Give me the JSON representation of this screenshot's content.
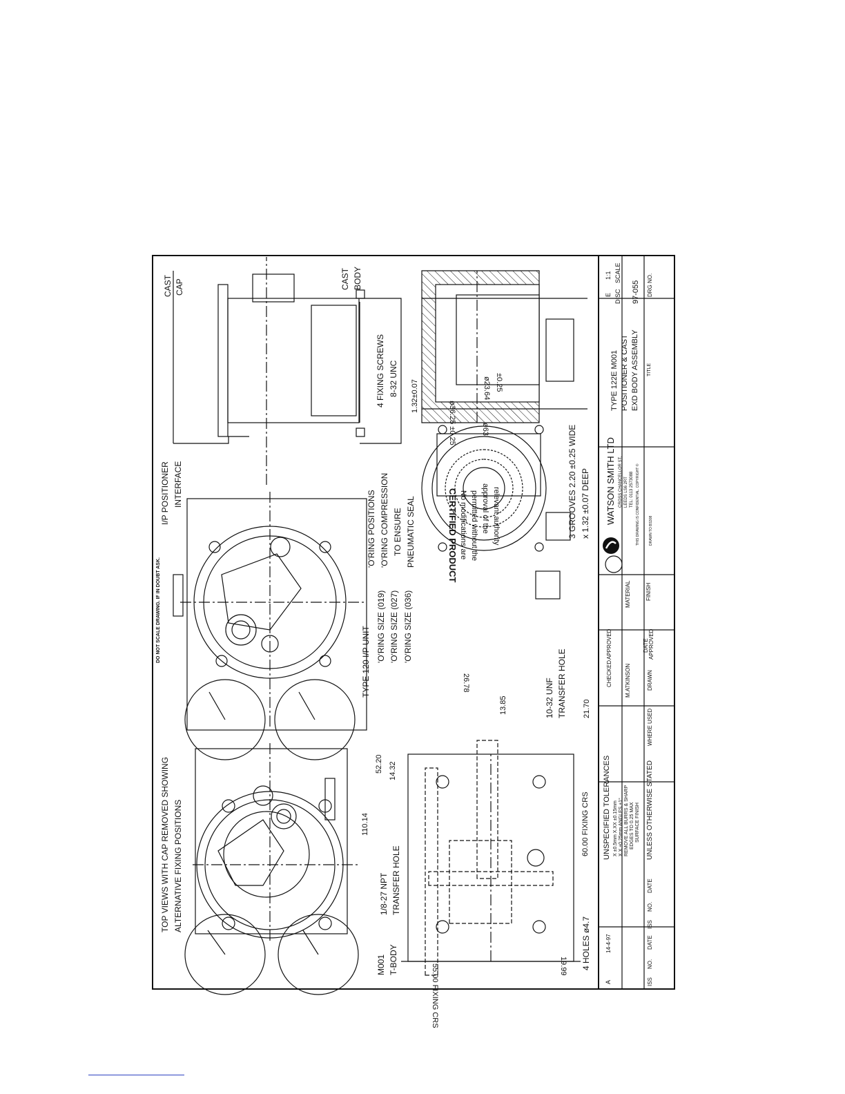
{
  "notes": {
    "do_not_scale": "DO NOT SCALE DRAWING. IF IN DOUBT ASK.",
    "top_views_1": "TOP VIEWS WITH CAP REMOVED SHOWING",
    "top_views_2": "ALTERNATIVE FIXING POSITIONS",
    "ip_interface_1": "I/P POSITIONER",
    "ip_interface_2": "INTERFACE",
    "cast_cap_1": "CAST",
    "cast_cap_2": "CAP",
    "cast_body_1": "CAST",
    "cast_body_2": "BODY",
    "fixing_screws_1": "4 FIXING SCREWS",
    "fixing_screws_2": "8-32 UNC",
    "type_120": "TYPE 120 I/P UNIT",
    "oring_size_1": "'O'RING SIZE (019)",
    "oring_size_2": "'O'RING SIZE (027)",
    "oring_size_3": "'O'RING SIZE (036)",
    "oring_pos_1": "'O'RING POSITIONS",
    "oring_pos_2": "'O'RING COMPRESSION",
    "oring_pos_3": "TO ENSURE",
    "oring_pos_4": "PNEUMATIC SEAL",
    "certified_title": "CERTIFIED PRODUCT",
    "certified_1": "No modifications are",
    "certified_2": "permitted without the",
    "certified_3": "approval of the",
    "certified_4": "relevant authority",
    "grooves_1": "3 GROOVES 2.20 ±0.25 WIDE",
    "grooves_2": "x 1.32 ±0.07 DEEP",
    "npt_1": "1/8-27 NPT",
    "npt_2": "TRANSFER HOLE",
    "unf_1": "10-32 UNF",
    "unf_2": "TRANSFER HOLE",
    "m001_1": "M001",
    "m001_2": "T-BODY",
    "holes": "4 HOLES ø4.7"
  },
  "dimensions": {
    "d_132": "1.32±0.07",
    "d_2364": "ø23.64",
    "d_025a": "±0.25",
    "d_3625": "ø36.25 ±0.25",
    "d_63": "ø63",
    "d_2678": "26.78",
    "d_1385": "13.85",
    "d_2170": "21.70",
    "d_5220": "52.20",
    "d_1432": "14.32",
    "d_11014": "110.14",
    "d_6000": "60.00 FIXING CRS",
    "d_5500": "55.00 FIXING CRS",
    "d_1999": "19.99"
  },
  "title_block": {
    "company": "WATSON SMITH LTD",
    "addr_1": "CROSS CHANCELLOR ST,",
    "addr_2": "LEEDS LS6 2RT",
    "addr_3": "TEL: 0113 2573088",
    "confidential": "THIS DRAWING IS CONFIDENTIAL. COPYRIGHT ©",
    "drawn_to": "DRAWN TO BS308",
    "title_1": "TYPE 122E M001",
    "title_2": "POSITIONER & CAST",
    "title_3": "EXD BODY ASSEMBLY",
    "title_label": "TITLE",
    "disc_val": "E",
    "disc_label": "DISC",
    "scale_val": "1:1",
    "scale_label": "SCALE",
    "drg_no": "97-055",
    "drg_label": "DRG NO.",
    "material": "MATERIAL",
    "finish": "FINISH",
    "checked": "CHECKED",
    "approved": "APPROVED",
    "date_approved_1": "DATE",
    "date_approved_2": "APPROVED",
    "drawn_by": "M.ATKINSON",
    "drawn": "DRAWN",
    "where_used": "WHERE USED",
    "tol_title": "UNSPECIFIED TOLERANCES",
    "tol_1": "X ±0.5mm  X.XX ±0.15mm",
    "tol_2": "X.X ±0.25mm  ANGLES ±1°",
    "tol_3": "REMOVE ALL BURRS & SHARP",
    "tol_4": "EDGES TO 0.25 MAX",
    "tol_5": "SURFACE FINISH",
    "tol_6": "UNLESS OTHERWISE STATED",
    "iss_hdr": "ISS",
    "no_hdr": "NO.",
    "date_hdr": "DATE",
    "iss_a": "A",
    "date_a": "14-4-97"
  }
}
